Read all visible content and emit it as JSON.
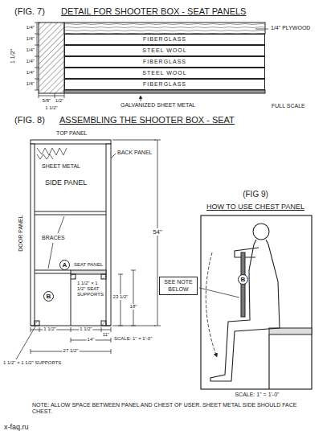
{
  "diagram": {
    "nodes": [
      {
        "text": [
          "FIBERGLASS"
        ]
      },
      {
        "text": [
          "STEEL WOOL"
        ]
      },
      {
        "text": [
          "FIBERGLASS"
        ]
      },
      {
        "text": [
          "STEEL WOOL"
        ]
      },
      {
        "text": [
          "FIBERGLASS"
        ]
      },
      {
        "text": [
          "A"
        ]
      },
      {
        "text": [
          "B"
        ]
      },
      {
        "text": [
          "B"
        ]
      },
      {
        "text": [
          "SEE NOTE BELOW"
        ]
      }
    ],
    "labels": [
      "(FIG. 7)",
      "DETAIL FOR SHOOTER BOX - SEAT PANELS",
      "1/4\"",
      "1/4\"",
      "1/4\"",
      "1/4\"",
      "1/4\"",
      "1/4\"",
      "1 1/2\"",
      "1/4\" PLYWOOD",
      "5/8\"",
      "1/2\"",
      "1 1/2\"",
      "GALVANIZED SHEET METAL",
      "FULL SCALE",
      "(FIG. 8)",
      "ASSEMBLING THE SHOOTER BOX - SEAT",
      "TOP PANEL",
      "SHEET METAL",
      "SIDE PANEL",
      "BACK PANEL",
      "DOOR PANEL",
      "BRACES",
      "SEAT PANEL",
      "1 1/2\" × 1 1/2\" SEAT SUPPORTS",
      "54\"",
      "23 1/2\"",
      "18\"",
      "1 1/2\" × 1 1/2\" SUPPORTS",
      "1 1/2\"",
      "1 1/2\"",
      "11\"",
      "14\"",
      "27 1/2\"",
      "SCALE: 1\" = 1'-0\"",
      "(FIG 9)",
      "HOW TO USE CHEST PANEL",
      "SCALE: 1\" = 1'-0\"",
      "NOTE: ALLOW SPACE BETWEEN PANEL AND CHEST OF USER. SHEET METAL SIDE SHOULD FACE CHEST.",
      "x-faq.ru"
    ]
  }
}
